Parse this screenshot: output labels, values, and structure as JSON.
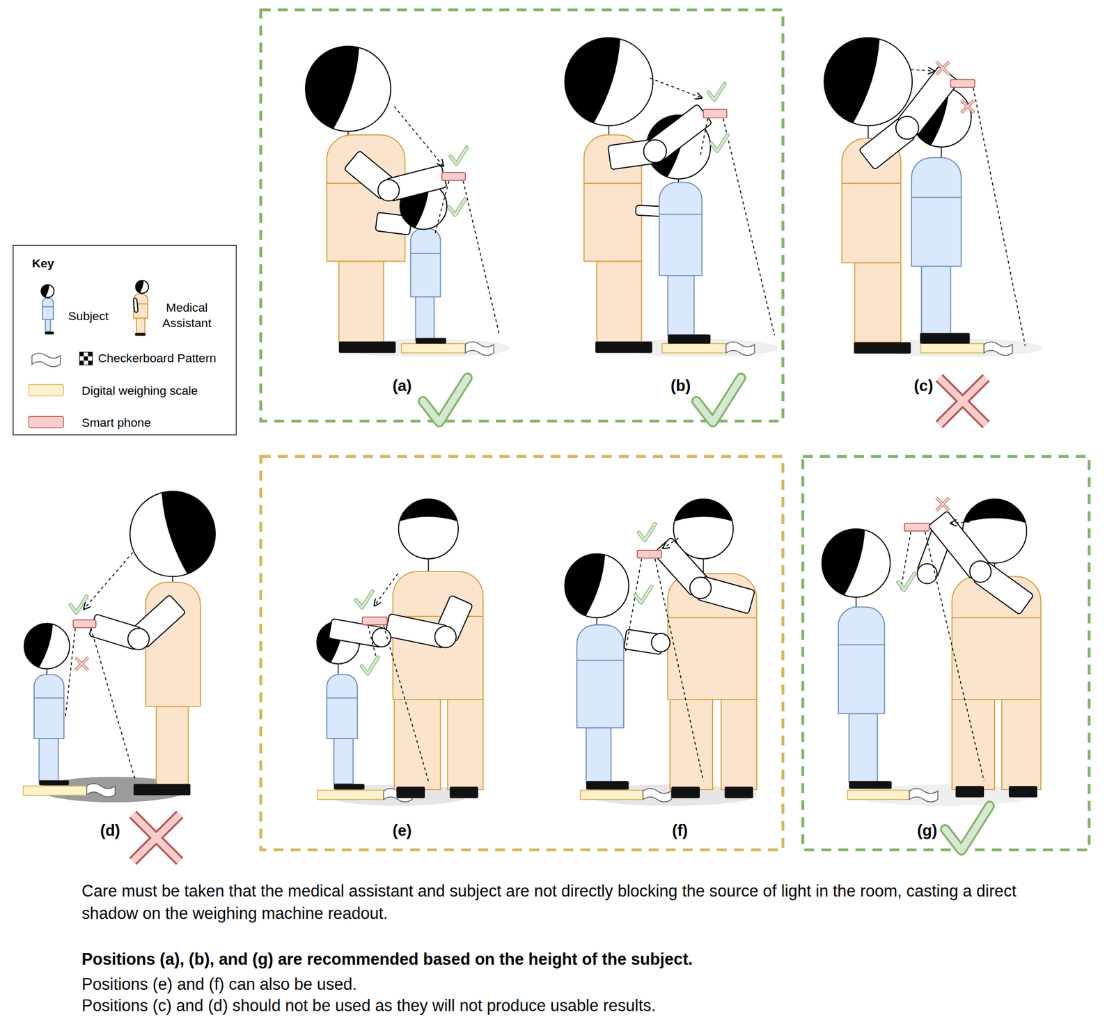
{
  "diagram": {
    "nodes": [
      {
        "text": [
          "Key"
        ]
      }
    ],
    "labels": [
      "(a)",
      "(b)",
      "(c)",
      "(d)",
      "(e)",
      "(f)",
      "(g)",
      "Care must be taken that the medical assistant and subject are not directly blocking the source of light in the room, casting a direct shadow on the weighing machine readout.",
      "Positions (a), (b), and (g) are recommended based on the height of the subject.",
      "Positions (e) and (f) can also be used.",
      "Positions (c) and (d) should not be used as they will not produce usable results."
    ],
    "legend": [
      {
        "text": "Subject"
      },
      {
        "text": "Medical Assistant"
      },
      {
        "text": "Checkerboard Pattern"
      },
      {
        "text": "Digital weighing scale",
        "color": "#fff2cc"
      },
      {
        "text": "Smart phone",
        "color": "#f8cecc"
      }
    ]
  }
}
